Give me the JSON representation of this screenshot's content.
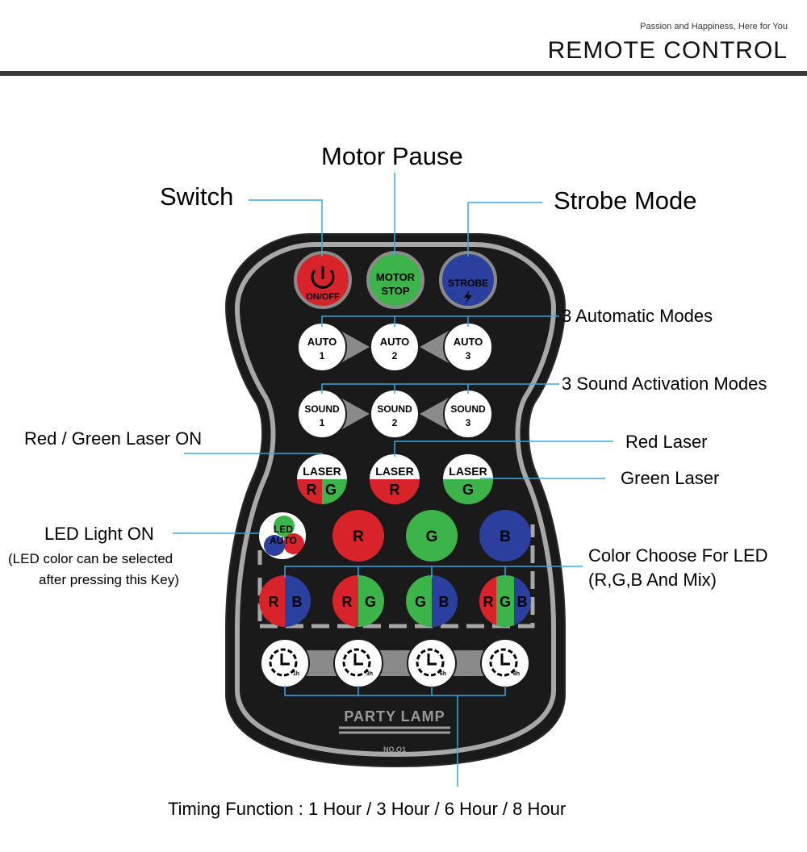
{
  "header": {
    "tagline": "Passion and Happiness, Here for You",
    "title": "REMOTE CONTROL"
  },
  "callouts": {
    "motor_pause": "Motor Pause",
    "switch": "Switch",
    "strobe_mode": "Strobe Mode",
    "auto_modes": "3 Automatic Modes",
    "sound_modes": "3 Sound Activation Modes",
    "rg_laser": "Red / Green Laser ON",
    "red_laser": "Red Laser",
    "green_laser": "Green Laser",
    "led_on": "LED Light ON",
    "led_note_1": "(LED color can be selected",
    "led_note_2": "after pressing this Key)",
    "color_choose_1": "Color Choose For LED",
    "color_choose_2": "(R,G,B And Mix)",
    "timing": "Timing Function : 1 Hour / 3 Hour / 6 Hour / 8 Hour"
  },
  "remote": {
    "brand": "PARTY  LAMP",
    "model": "NO.Q1",
    "buttons": {
      "power_label": "ON/OFF",
      "motor_1": "MOTOR",
      "motor_2": "STOP",
      "strobe": "STROBE",
      "auto": "AUTO",
      "sound": "SOUND",
      "laser": "LASER",
      "led": "LED",
      "led_auto": "AUTO",
      "r": "R",
      "g": "G",
      "b": "B",
      "n1": "1",
      "n2": "2",
      "n3": "3",
      "t1": "1h",
      "t3": "3h",
      "t6": "6h",
      "t8": "8h"
    },
    "colors": {
      "red": "#d8232a",
      "green": "#3cb44a",
      "blue": "#2b3f9e",
      "callout_line": "#3aa8dc",
      "body": "#1a1a1a",
      "rim": "#a8a8a8"
    }
  }
}
